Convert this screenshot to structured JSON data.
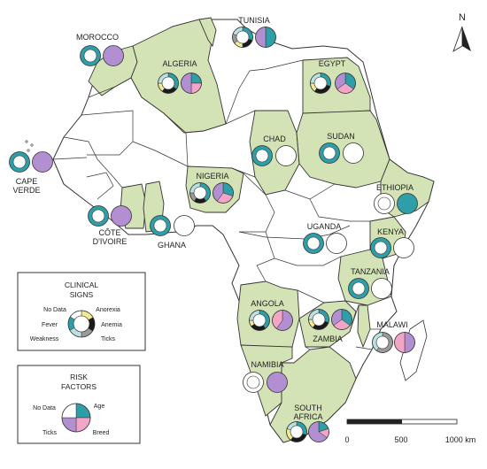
{
  "colors": {
    "highlight_fill": "#d3e3b5",
    "land_fill": "#ffffff",
    "border": "#333333",
    "fever": "#2e9fa8",
    "weakness": "#b9e0e3",
    "anemia": "#1a1a1a",
    "anorexia": "#f2ea93",
    "ticks_sign": "#9a9a9a",
    "no_data": "#ffffff",
    "age": "#2e9fa8",
    "breed": "#f3a5c8",
    "ticks_risk": "#b28fd1"
  },
  "north_arrow": {
    "label": "N"
  },
  "scale_bar": {
    "labels": [
      "0",
      "500",
      "1000 km"
    ]
  },
  "legend_signs": {
    "title_line1": "CLINICAL",
    "title_line2": "SIGNS",
    "no_data": "No Data",
    "anorexia": "Anorexia",
    "fever": "Fever",
    "anemia": "Anemia",
    "weakness": "Weakness",
    "ticks": "Ticks"
  },
  "legend_risk": {
    "title_line1": "RISK",
    "title_line2": "FACTORS",
    "no_data": "No Data",
    "age": "Age",
    "ticks": "Ticks",
    "breed": "Breed"
  },
  "countries": [
    {
      "key": "morocco",
      "label_lines": [
        "MOROCCO"
      ],
      "signs": [
        {
          "c": "fever",
          "v": 1
        }
      ],
      "risk": [
        {
          "c": "ticks_risk",
          "v": 1
        }
      ]
    },
    {
      "key": "tunisia",
      "label_lines": [
        "TUNISIA"
      ],
      "signs": [
        {
          "c": "fever",
          "v": 0.3
        },
        {
          "c": "anemia",
          "v": 0.2
        },
        {
          "c": "anorexia",
          "v": 0.15
        },
        {
          "c": "ticks_sign",
          "v": 0.15
        },
        {
          "c": "weakness",
          "v": 0.2
        }
      ],
      "risk": [
        {
          "c": "age",
          "v": 0.5
        },
        {
          "c": "ticks_risk",
          "v": 0.5
        }
      ]
    },
    {
      "key": "algeria",
      "label_lines": [
        "ALGERIA"
      ],
      "signs": [
        {
          "c": "fever",
          "v": 0.35
        },
        {
          "c": "anemia",
          "v": 0.25
        },
        {
          "c": "anorexia",
          "v": 0.15
        },
        {
          "c": "weakness",
          "v": 0.25
        }
      ],
      "risk": [
        {
          "c": "age",
          "v": 0.25
        },
        {
          "c": "breed",
          "v": 0.25
        },
        {
          "c": "ticks_risk",
          "v": 0.5
        }
      ]
    },
    {
      "key": "egypt",
      "label_lines": [
        "EGYPT"
      ],
      "signs": [
        {
          "c": "fever",
          "v": 0.3
        },
        {
          "c": "anemia",
          "v": 0.3
        },
        {
          "c": "anorexia",
          "v": 0.15
        },
        {
          "c": "weakness",
          "v": 0.25
        }
      ],
      "risk": [
        {
          "c": "age",
          "v": 0.35
        },
        {
          "c": "breed",
          "v": 0.3
        },
        {
          "c": "ticks_risk",
          "v": 0.35
        }
      ]
    },
    {
      "key": "cape_verde",
      "label_lines": [
        "CAPE",
        "VERDE"
      ],
      "signs": [
        {
          "c": "fever",
          "v": 1
        }
      ],
      "risk": [
        {
          "c": "ticks_risk",
          "v": 1
        }
      ]
    },
    {
      "key": "chad",
      "label_lines": [
        "CHAD"
      ],
      "signs": [
        {
          "c": "fever",
          "v": 1
        }
      ],
      "risk": [
        {
          "c": "no_data",
          "v": 1
        }
      ]
    },
    {
      "key": "sudan",
      "label_lines": [
        "SUDAN"
      ],
      "signs": [
        {
          "c": "fever",
          "v": 1
        }
      ],
      "risk": [
        {
          "c": "no_data",
          "v": 1
        }
      ]
    },
    {
      "key": "nigeria",
      "label_lines": [
        "NIGERIA"
      ],
      "signs": [
        {
          "c": "fever",
          "v": 0.4
        },
        {
          "c": "anemia",
          "v": 0.2
        },
        {
          "c": "ticks_sign",
          "v": 0.15
        },
        {
          "c": "weakness",
          "v": 0.25
        }
      ],
      "risk": [
        {
          "c": "age",
          "v": 0.3
        },
        {
          "c": "breed",
          "v": 0.3
        },
        {
          "c": "ticks_risk",
          "v": 0.4
        }
      ]
    },
    {
      "key": "ethiopia",
      "label_lines": [
        "ETHIOPIA"
      ],
      "signs": [
        {
          "c": "no_data",
          "v": 1
        }
      ],
      "risk": [
        {
          "c": "age",
          "v": 1
        }
      ]
    },
    {
      "key": "cote_divoire",
      "label_lines": [
        "CÔTE",
        "D'IVOIRE"
      ],
      "signs": [
        {
          "c": "fever",
          "v": 1
        }
      ],
      "risk": [
        {
          "c": "ticks_risk",
          "v": 1
        }
      ]
    },
    {
      "key": "ghana",
      "label_lines": [
        "GHANA"
      ],
      "signs": [
        {
          "c": "fever",
          "v": 1
        }
      ],
      "risk": [
        {
          "c": "no_data",
          "v": 1
        }
      ]
    },
    {
      "key": "uganda",
      "label_lines": [
        "UGANDA"
      ],
      "signs": [
        {
          "c": "fever",
          "v": 1
        }
      ],
      "risk": [
        {
          "c": "no_data",
          "v": 1
        }
      ]
    },
    {
      "key": "kenya",
      "label_lines": [
        "KENYA"
      ],
      "signs": [
        {
          "c": "fever",
          "v": 1
        }
      ],
      "risk": [
        {
          "c": "no_data",
          "v": 1
        }
      ]
    },
    {
      "key": "tanzania",
      "label_lines": [
        "TANZANIA"
      ],
      "signs": [
        {
          "c": "fever",
          "v": 1
        }
      ],
      "risk": [
        {
          "c": "no_data",
          "v": 1
        }
      ]
    },
    {
      "key": "angola",
      "label_lines": [
        "ANGOLA"
      ],
      "signs": [
        {
          "c": "fever",
          "v": 0.4
        },
        {
          "c": "anemia",
          "v": 0.25
        },
        {
          "c": "anorexia",
          "v": 0.1
        },
        {
          "c": "weakness",
          "v": 0.25
        }
      ],
      "risk": [
        {
          "c": "ticks_risk",
          "v": 0.6
        },
        {
          "c": "breed",
          "v": 0.4
        }
      ]
    },
    {
      "key": "zambia",
      "label_lines": [
        "ZAMBIA"
      ],
      "signs": [
        {
          "c": "fever",
          "v": 0.3
        },
        {
          "c": "anemia",
          "v": 0.3
        },
        {
          "c": "anorexia",
          "v": 0.15
        },
        {
          "c": "weakness",
          "v": 0.25
        }
      ],
      "risk": [
        {
          "c": "age",
          "v": 0.35
        },
        {
          "c": "breed",
          "v": 0.3
        },
        {
          "c": "ticks_risk",
          "v": 0.35
        }
      ]
    },
    {
      "key": "malawi",
      "label_lines": [
        "MALAWI"
      ],
      "signs": [
        {
          "c": "ticks_sign",
          "v": 0.6
        },
        {
          "c": "weakness",
          "v": 0.4
        }
      ],
      "risk": [
        {
          "c": "ticks_risk",
          "v": 0.5
        },
        {
          "c": "breed",
          "v": 0.5
        }
      ]
    },
    {
      "key": "namibia",
      "label_lines": [
        "NAMIBIA"
      ],
      "signs": [
        {
          "c": "no_data",
          "v": 1
        }
      ],
      "risk": [
        {
          "c": "ticks_risk",
          "v": 1
        }
      ]
    },
    {
      "key": "south_africa",
      "label_lines": [
        "SOUTH",
        "AFRICA"
      ],
      "signs": [
        {
          "c": "fever",
          "v": 0.3
        },
        {
          "c": "anemia",
          "v": 0.3
        },
        {
          "c": "anorexia",
          "v": 0.2
        },
        {
          "c": "weakness",
          "v": 0.2
        }
      ],
      "risk": [
        {
          "c": "age",
          "v": 0.2
        },
        {
          "c": "breed",
          "v": 0.15
        },
        {
          "c": "ticks_risk",
          "v": 0.65
        }
      ]
    }
  ]
}
